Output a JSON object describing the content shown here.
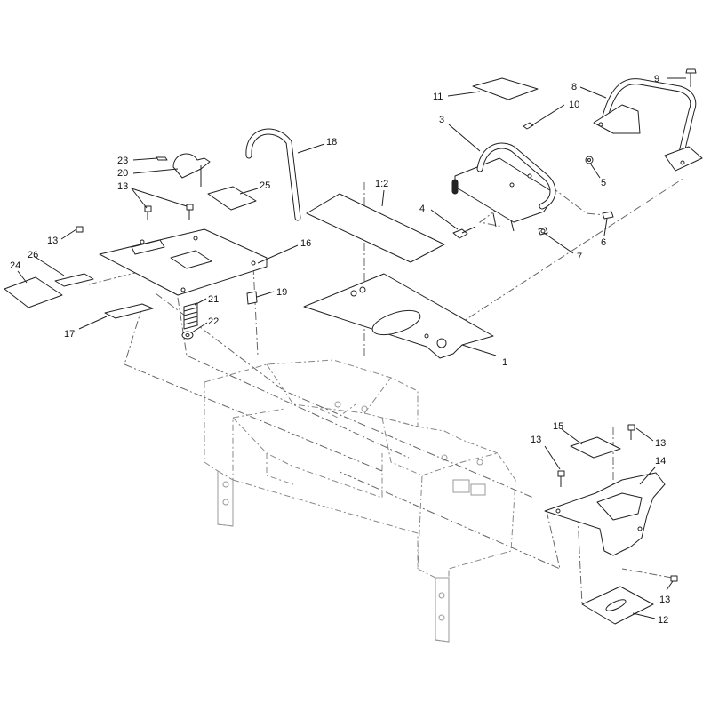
{
  "callouts": [
    {
      "label": "1"
    },
    {
      "label": "1:2"
    },
    {
      "label": "3"
    },
    {
      "label": "4"
    },
    {
      "label": "5"
    },
    {
      "label": "6"
    },
    {
      "label": "7"
    },
    {
      "label": "8"
    },
    {
      "label": "9"
    },
    {
      "label": "10"
    },
    {
      "label": "11"
    },
    {
      "label": "12"
    },
    {
      "label": "13"
    },
    {
      "label": "13"
    },
    {
      "label": "13"
    },
    {
      "label": "13"
    },
    {
      "label": "13"
    },
    {
      "label": "14"
    },
    {
      "label": "15"
    },
    {
      "label": "16"
    },
    {
      "label": "17"
    },
    {
      "label": "18"
    },
    {
      "label": "19"
    },
    {
      "label": "20"
    },
    {
      "label": "21"
    },
    {
      "label": "22"
    },
    {
      "label": "23"
    },
    {
      "label": "24"
    },
    {
      "label": "25"
    },
    {
      "label": "26"
    }
  ]
}
